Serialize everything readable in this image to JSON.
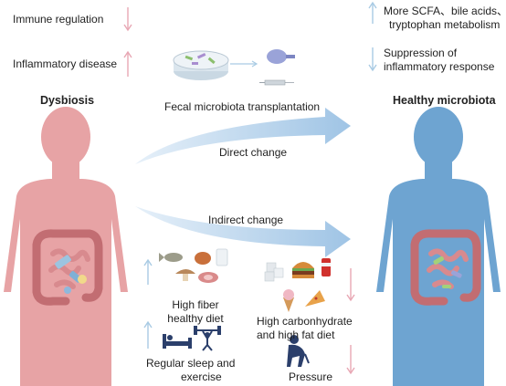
{
  "legend_left": {
    "immune": "Immune regulation",
    "inflammatory": "Inflammatory disease"
  },
  "legend_right": {
    "scfa_line1": "More SCFA、bile acids、",
    "scfa_line2": "tryptophan metabolism",
    "supp_line1": "Suppression of",
    "supp_line2": "inflammatory response"
  },
  "labels": {
    "dysbiosis": "Dysbiosis",
    "healthy": "Healthy microbiota",
    "fmt": "Fecal microbiota transplantation",
    "direct": "Direct change",
    "indirect": "Indirect change",
    "fiber_line1": "High fiber",
    "fiber_line2": "healthy diet",
    "sleep_line1": "Regular sleep and",
    "sleep_line2": "exercise",
    "carb_line1": "High carbonhydrate",
    "carb_line2": "and high fat diet",
    "pressure": "Pressure"
  },
  "colors": {
    "pink": "#e8a7b4",
    "light_blue": "#a9cbe4",
    "dysbiosis_body": "#e7a3a5",
    "healthy_body": "#6ea4d1",
    "arrow_blue": "#a6c8e6"
  }
}
